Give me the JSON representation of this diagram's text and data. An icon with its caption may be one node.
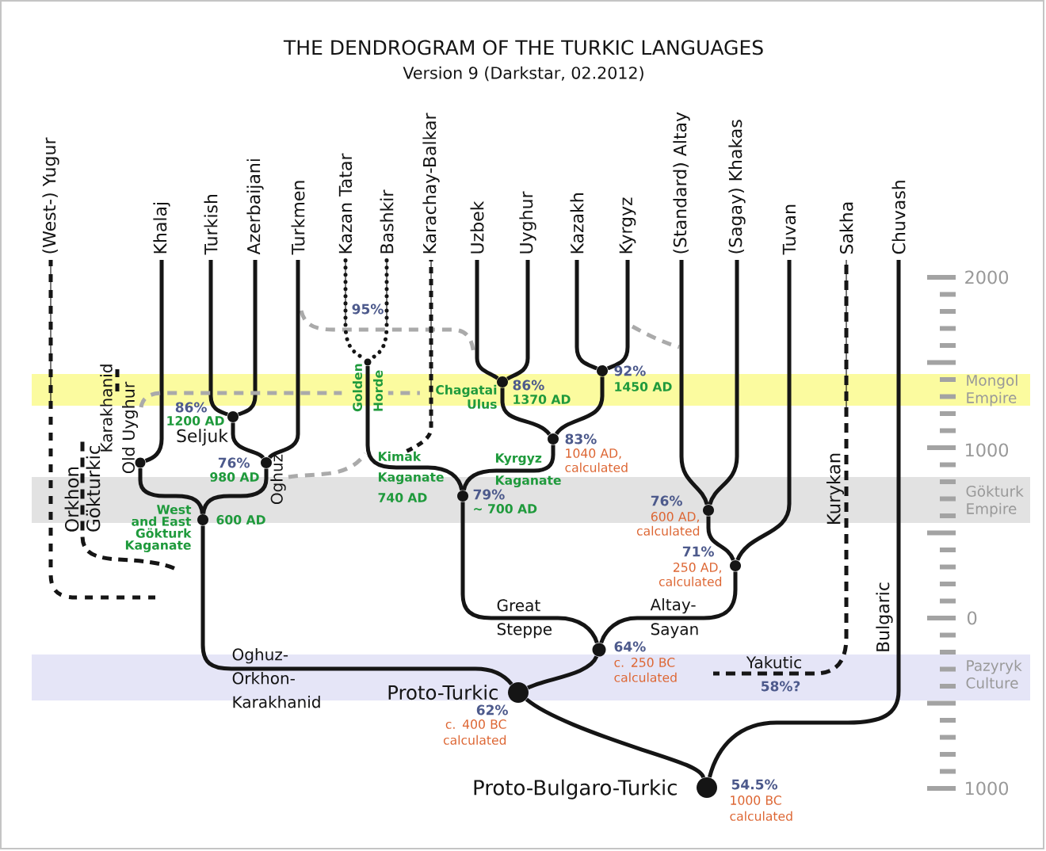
{
  "diagram": {
    "title": "THE DENDROGRAM OF THE TURKIC LANGUAGES",
    "nodes": [
      {
        "text": [
          "(West-) Yugur"
        ]
      },
      {
        "text": [
          "Khalaj"
        ]
      },
      {
        "text": [
          "Turkish"
        ]
      },
      {
        "text": [
          "Azerbaijani"
        ]
      },
      {
        "text": [
          "Turkmen"
        ]
      },
      {
        "text": [
          "Kazan Tatar"
        ]
      },
      {
        "text": [
          "Bashkir"
        ]
      },
      {
        "text": [
          "Karachay-Balkar"
        ]
      },
      {
        "text": [
          "Uzbek"
        ]
      },
      {
        "text": [
          "Uyghur"
        ]
      },
      {
        "text": [
          "Kazakh"
        ]
      },
      {
        "text": [
          "Kyrgyz"
        ]
      },
      {
        "text": [
          "(Standard) Altay"
        ]
      },
      {
        "text": [
          "(Sagay) Khakas"
        ]
      },
      {
        "text": [
          "Tuvan"
        ]
      },
      {
        "text": [
          "Sakha"
        ]
      },
      {
        "text": [
          "Chuvash"
        ]
      },
      {
        "text": [],
        "shape": "circle",
        "beside": [
          "95%",
          "Golden Horde"
        ]
      },
      {
        "text": [],
        "shape": "circle",
        "beside": [
          "92%",
          "1450 AD"
        ]
      },
      {
        "text": [],
        "shape": "circle",
        "beside": [
          "Chagatai Ulus",
          "86%",
          "1370 AD"
        ]
      },
      {
        "text": [],
        "shape": "circle",
        "beside": [
          "86%",
          "1200 AD"
        ]
      },
      {
        "text": [],
        "shape": "circle",
        "beside": [
          "83%",
          "1040 AD, calculated"
        ]
      },
      {
        "text": [
          "Orkhon Gökturkic"
        ]
      },
      {
        "text": [],
        "shape": "circle",
        "beside": [
          "76%",
          "980 AD"
        ]
      },
      {
        "text": [],
        "shape": "circle",
        "beside": [
          "Old Uyghur"
        ]
      },
      {
        "text": [],
        "shape": "circle",
        "beside": [
          "79%",
          "~ 700 AD"
        ]
      },
      {
        "text": [],
        "shape": "circle",
        "beside": [
          "76%",
          "600 AD, calculated"
        ]
      },
      {
        "text": [],
        "shape": "circle",
        "beside": [
          "West and East Gökturk Kaganate",
          "600 AD"
        ]
      },
      {
        "text": [],
        "shape": "circle",
        "beside": [
          "71%",
          "250 AD, calculated"
        ]
      },
      {
        "text": [],
        "shape": "circle",
        "beside": [
          "64%",
          "c. 250 BC calculated"
        ]
      },
      {
        "text": [],
        "shape": "circle",
        "beside": [
          "Proto-Turkic",
          "62%",
          "c. 400 BC calculated"
        ]
      },
      {
        "text": [],
        "shape": "circle",
        "beside": [
          "Proto-Bulgaro-Turkic",
          "54.5%",
          "1000 BC calculated"
        ]
      }
    ],
    "edges": [
      {
        "from": 0,
        "to": null,
        "arrow": "none",
        "style": "dashed"
      },
      {
        "from": 1,
        "to": 24,
        "arrow": "none"
      },
      {
        "from": 2,
        "to": 20,
        "arrow": "none"
      },
      {
        "from": 3,
        "to": 20,
        "arrow": "none"
      },
      {
        "from": 20,
        "to": 23,
        "arrow": "none",
        "label": "Seljuk"
      },
      {
        "from": 4,
        "to": 23,
        "arrow": "none"
      },
      {
        "from": 23,
        "to": 27,
        "arrow": "none",
        "label": "Oghuz"
      },
      {
        "from": 24,
        "to": 27,
        "arrow": "none"
      },
      {
        "from": 22,
        "to": 27,
        "arrow": "none",
        "style": "dashed"
      },
      {
        "from": 5,
        "to": 17,
        "arrow": "none",
        "style": "dashed"
      },
      {
        "from": 6,
        "to": 17,
        "arrow": "none",
        "style": "dashed"
      },
      {
        "from": 17,
        "to": 25,
        "arrow": "none",
        "label": "Kimak Kaganate 740 AD"
      },
      {
        "from": 7,
        "to": null,
        "arrow": "none",
        "style": "dashed"
      },
      {
        "from": 8,
        "to": 19,
        "arrow": "none"
      },
      {
        "from": 9,
        "to": 19,
        "arrow": "none"
      },
      {
        "from": 10,
        "to": 18,
        "arrow": "none"
      },
      {
        "from": 11,
        "to": 18,
        "arrow": "none"
      },
      {
        "from": 19,
        "to": 21,
        "arrow": "none"
      },
      {
        "from": 18,
        "to": 21,
        "arrow": "none"
      },
      {
        "from": 21,
        "to": 25,
        "arrow": "none",
        "label": "Kyrgyz Kaganate"
      },
      {
        "from": 25,
        "to": 29,
        "arrow": "none",
        "label": "Great Steppe"
      },
      {
        "from": 12,
        "to": 26,
        "arrow": "none"
      },
      {
        "from": 13,
        "to": 26,
        "arrow": "none"
      },
      {
        "from": 26,
        "to": 28,
        "arrow": "none"
      },
      {
        "from": 14,
        "to": 28,
        "arrow": "none"
      },
      {
        "from": 28,
        "to": 29,
        "arrow": "none",
        "label": "Altay- Sayan"
      },
      {
        "from": 29,
        "to": 30,
        "arrow": "none"
      },
      {
        "from": 27,
        "to": 30,
        "arrow": "none",
        "label": "Oghuz- Orkhon- Karakhanid"
      },
      {
        "from": 15,
        "to": null,
        "arrow": "none",
        "style": "dashed",
        "label": "Yakutic"
      },
      {
        "from": 30,
        "to": 31,
        "arrow": "none"
      },
      {
        "from": 16,
        "to": 31,
        "arrow": "none",
        "label": "Bulgaric"
      },
      {
        "from": 24,
        "to": 19,
        "arrow": "none",
        "style": "dashed",
        "color": "#aaaaaa"
      }
    ],
    "labels": [
      "Version 9 (Darkstar, 02.2012)",
      "2000",
      "Mongol Empire",
      "Karakhanid",
      "1000",
      "Kurykan",
      "Gökturk Empire",
      "0",
      "Pazyryk Culture",
      "58%?",
      "1000"
    ]
  }
}
